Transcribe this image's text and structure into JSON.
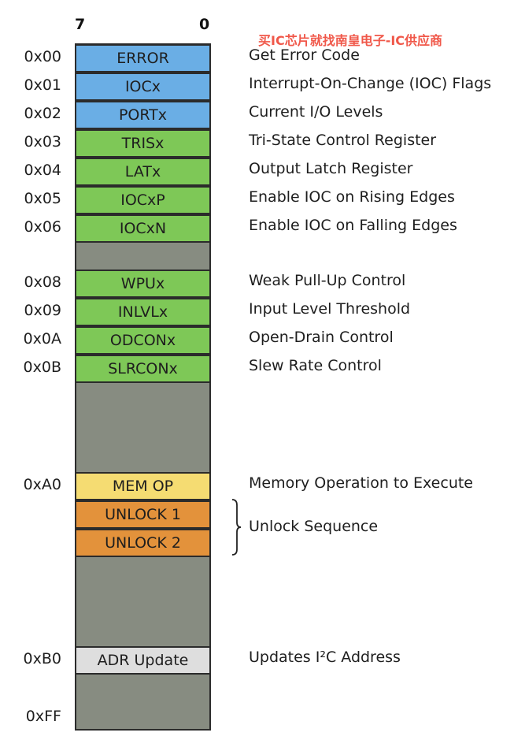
{
  "header": {
    "bit_high": "7",
    "bit_low": "0"
  },
  "watermark": "买IC芯片就找南皇电子-IC供应商",
  "colors": {
    "blue": "#6aaee5",
    "green": "#7ec857",
    "gray": "#878c81",
    "yellow": "#f5dc72",
    "orange": "#e3923b",
    "light": "#dedede"
  },
  "registers": [
    {
      "address": "0x00",
      "name": "ERROR",
      "color": "#6aaee5",
      "description": "Get Error Code"
    },
    {
      "address": "0x01",
      "name": "IOCx",
      "color": "#6aaee5",
      "description": "Interrupt-On-Change (IOC) Flags"
    },
    {
      "address": "0x02",
      "name": "PORTx",
      "color": "#6aaee5",
      "description": "Current I/O Levels"
    },
    {
      "address": "0x03",
      "name": "TRISx",
      "color": "#7ec857",
      "description": "Tri-State Control Register"
    },
    {
      "address": "0x04",
      "name": "LATx",
      "color": "#7ec857",
      "description": "Output Latch Register"
    },
    {
      "address": "0x05",
      "name": "IOCxP",
      "color": "#7ec857",
      "description": "Enable IOC on Rising Edges"
    },
    {
      "address": "0x06",
      "name": "IOCxN",
      "color": "#7ec857",
      "description": "Enable IOC on Falling Edges"
    },
    {
      "address": "0x08",
      "name": "WPUx",
      "color": "#7ec857",
      "description": "Weak Pull-Up Control"
    },
    {
      "address": "0x09",
      "name": "INLVLx",
      "color": "#7ec857",
      "description": "Input Level Threshold"
    },
    {
      "address": "0x0A",
      "name": "ODCONx",
      "color": "#7ec857",
      "description": "Open-Drain Control"
    },
    {
      "address": "0x0B",
      "name": "SLRCONx",
      "color": "#7ec857",
      "description": "Slew Rate Control"
    },
    {
      "address": "0xA0",
      "name": "MEM OP",
      "color": "#f5dc72",
      "description": "Memory Operation to Execute"
    },
    {
      "address": "",
      "name": "UNLOCK 1",
      "color": "#e3923b",
      "description": ""
    },
    {
      "address": "",
      "name": "UNLOCK 2",
      "color": "#e3923b",
      "description": ""
    },
    {
      "address": "0xB0",
      "name": "ADR Update",
      "color": "#dedede",
      "description": "Updates I²C Address"
    }
  ],
  "unlock_group_label": "Unlock Sequence",
  "end_address": "0xFF"
}
